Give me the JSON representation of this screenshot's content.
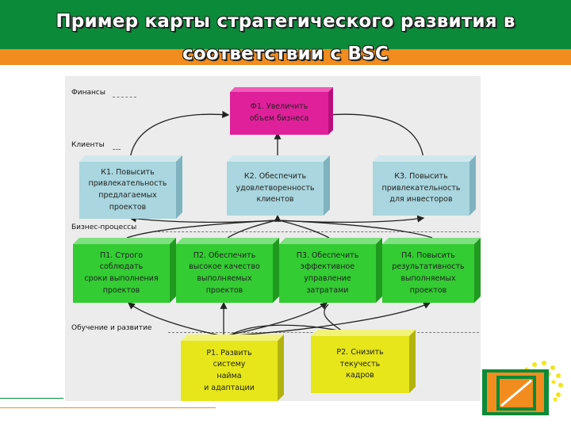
{
  "title": {
    "line1": "Пример карты стратегического развития в",
    "line2": "соответствии с BSC"
  },
  "sections": {
    "finance": "Финансы",
    "clients": "Клиенты",
    "processes": "Бизнес-процессы",
    "learning": "Обучение и развитие"
  },
  "boxes": {
    "f1": "Ф1. Увеличить\nобъем бизнеса",
    "k1": "К1. Повысить\nпривлекательность\nпредлагаемых\nпроектов",
    "k2": "К2. Обеспечить\nудовлетворенность\nклиентов",
    "k3": "К3. Повысить\nпривлекательность\nдля инвесторов",
    "p1": "П1. Строго\nсоблюдать\nсроки выполнения\nпроектов",
    "p2": "П2. Обеспечить\nвысокое качество\nвыполняемых\nпроектов",
    "p3": "П3. Обеспечить\nэффективное\nуправление\nзатратами",
    "p4": "П4. Повысить\nрезультативность\nвыполняемых\nпроектов",
    "r1": "Р1. Развить\nсистему\nнайма\nи адаптации",
    "r2": "Р2. Снизить\nтекучесть\nкадров"
  },
  "colors": {
    "title_green": "#0b8a3a",
    "title_orange": "#f28c1e",
    "finance_box": "#e0209a",
    "clients_box": "#a9d6df",
    "process_box": "#33cc33",
    "learning_box": "#e6e61a"
  },
  "icons": [
    "sun-rays-icon",
    "framed-orange-square-icon"
  ]
}
